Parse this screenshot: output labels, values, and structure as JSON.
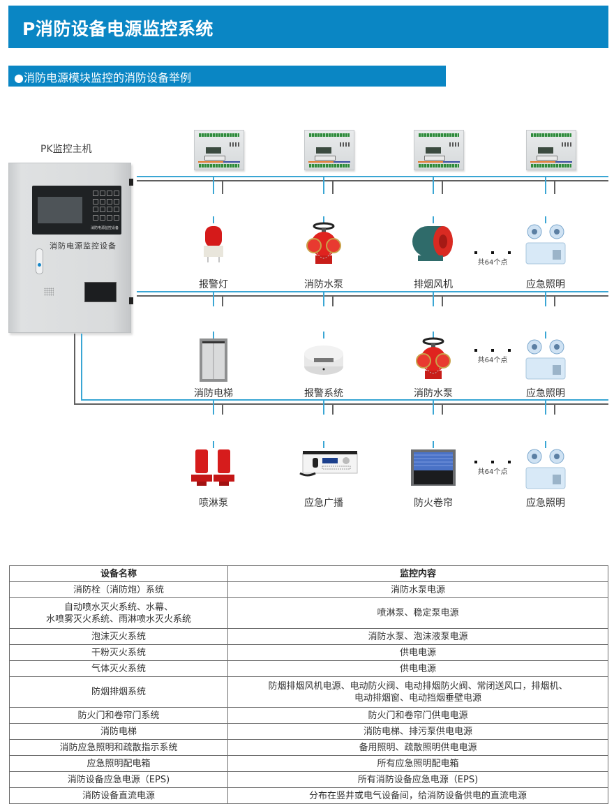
{
  "header": {
    "title": "P消防设备电源监控系统",
    "subtitle": "●消防电源模块监控的消防设备举例"
  },
  "colors": {
    "brand_blue": "#0a86c4",
    "bus_blue": "#3aa6d4",
    "bus_gray": "#5f5f5f"
  },
  "diagram": {
    "host": {
      "label": "PK监控主机",
      "cabinet_label": "消防电源监控设备",
      "panel_label": "消防电源监控设备"
    },
    "modules_count": 4,
    "rows": [
      {
        "devices": [
          {
            "label": "报警灯",
            "icon": "alarm-lamp-icon"
          },
          {
            "label": "消防水泵",
            "icon": "fire-hydrant-icon"
          },
          {
            "label": "排烟风机",
            "icon": "smoke-exhaust-fan-icon"
          },
          {
            "label": "应急照明",
            "icon": "emergency-light-icon"
          }
        ],
        "points_note": "共64个点"
      },
      {
        "devices": [
          {
            "label": "消防电梯",
            "icon": "elevator-icon"
          },
          {
            "label": "报警系统",
            "icon": "smoke-detector-icon"
          },
          {
            "label": "消防水泵",
            "icon": "fire-hydrant-icon"
          },
          {
            "label": "应急照明",
            "icon": "emergency-light-icon"
          }
        ],
        "points_note": "共64个点"
      },
      {
        "devices": [
          {
            "label": "喷淋泵",
            "icon": "sprinkler-pump-icon"
          },
          {
            "label": "应急广播",
            "icon": "broadcast-amplifier-icon"
          },
          {
            "label": "防火卷帘",
            "icon": "fire-shutter-icon"
          },
          {
            "label": "应急照明",
            "icon": "emergency-light-icon"
          }
        ],
        "points_note": "共64个点"
      }
    ]
  },
  "table": {
    "headers": [
      "设备名称",
      "监控内容"
    ],
    "rows": [
      [
        "消防栓（消防炮）系统",
        "消防水泵电源"
      ],
      [
        "自动喷水灭火系统、水幕、\n水喷雾灭火系统、雨淋喷水灭火系统",
        "喷淋泵、稳定泵电源"
      ],
      [
        "泡沫灭火系统",
        "消防水泵、泡沫液泵电源"
      ],
      [
        "干粉灭火系统",
        "供电电源"
      ],
      [
        "气体灭火系统",
        "供电电源"
      ],
      [
        "防烟排烟系统",
        "防烟排烟风机电源、电动防火阀、电动排烟防火阀、常闭送风口，排烟机、\n电动排烟窗、电动挡烟垂壁电源"
      ],
      [
        "防火门和卷帘门系统",
        "防火门和卷帘门供电电源"
      ],
      [
        "消防电梯",
        "消防电梯、排污泵供电电源"
      ],
      [
        "消防应急照明和疏散指示系统",
        "备用照明、疏散照明供电电源"
      ],
      [
        "应急照明配电箱",
        "所有应急照明配电箱"
      ],
      [
        "消防设备应急电源（EPS)",
        "所有消防设备应急电源（EPS)"
      ],
      [
        "消防设备直流电源",
        "分布在竖井或电气设备间，给消防设备供电的直流电源"
      ]
    ]
  }
}
